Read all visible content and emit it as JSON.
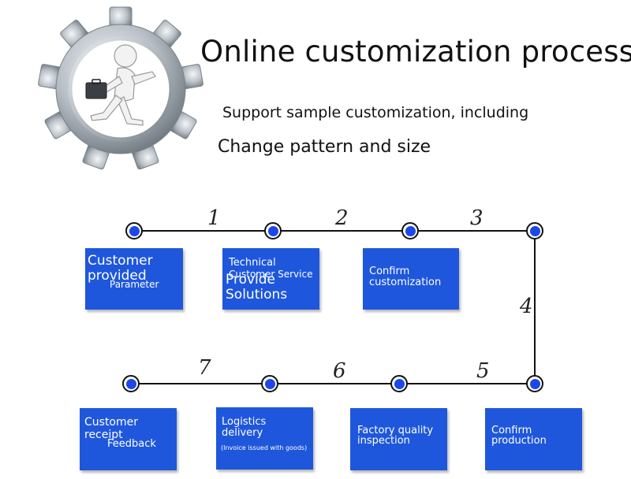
{
  "header": {
    "title": "Online customization process",
    "subtitle_line1": "Support sample customization, including",
    "subtitle_line2": "Change pattern and size"
  },
  "steps": {
    "s1": "1",
    "s2": "2",
    "s3": "3",
    "s4": "4",
    "s5": "5",
    "s6": "6",
    "s7": "7"
  },
  "boxes": {
    "customer_provided": {
      "main": "Customer provided",
      "sub": "Parameter"
    },
    "technical": {
      "line1": "Technical",
      "line2": "Customer Service",
      "main": "Provide Solutions"
    },
    "confirm_custom": {
      "line1": "Confirm",
      "line2": "customization"
    },
    "confirm_production": {
      "line1": "Confirm",
      "line2": "production"
    },
    "factory": {
      "line1": "Factory quality",
      "line2": "inspection"
    },
    "logistics": {
      "line1": "Logistics",
      "line2": "delivery",
      "note": "(Invoice issued with goods)"
    },
    "customer_receipt": {
      "main": "Customer receipt",
      "sub": "Feedback"
    }
  },
  "colors": {
    "box": "#1f57dc",
    "dot": "#1d47e8",
    "line": "#111111"
  }
}
